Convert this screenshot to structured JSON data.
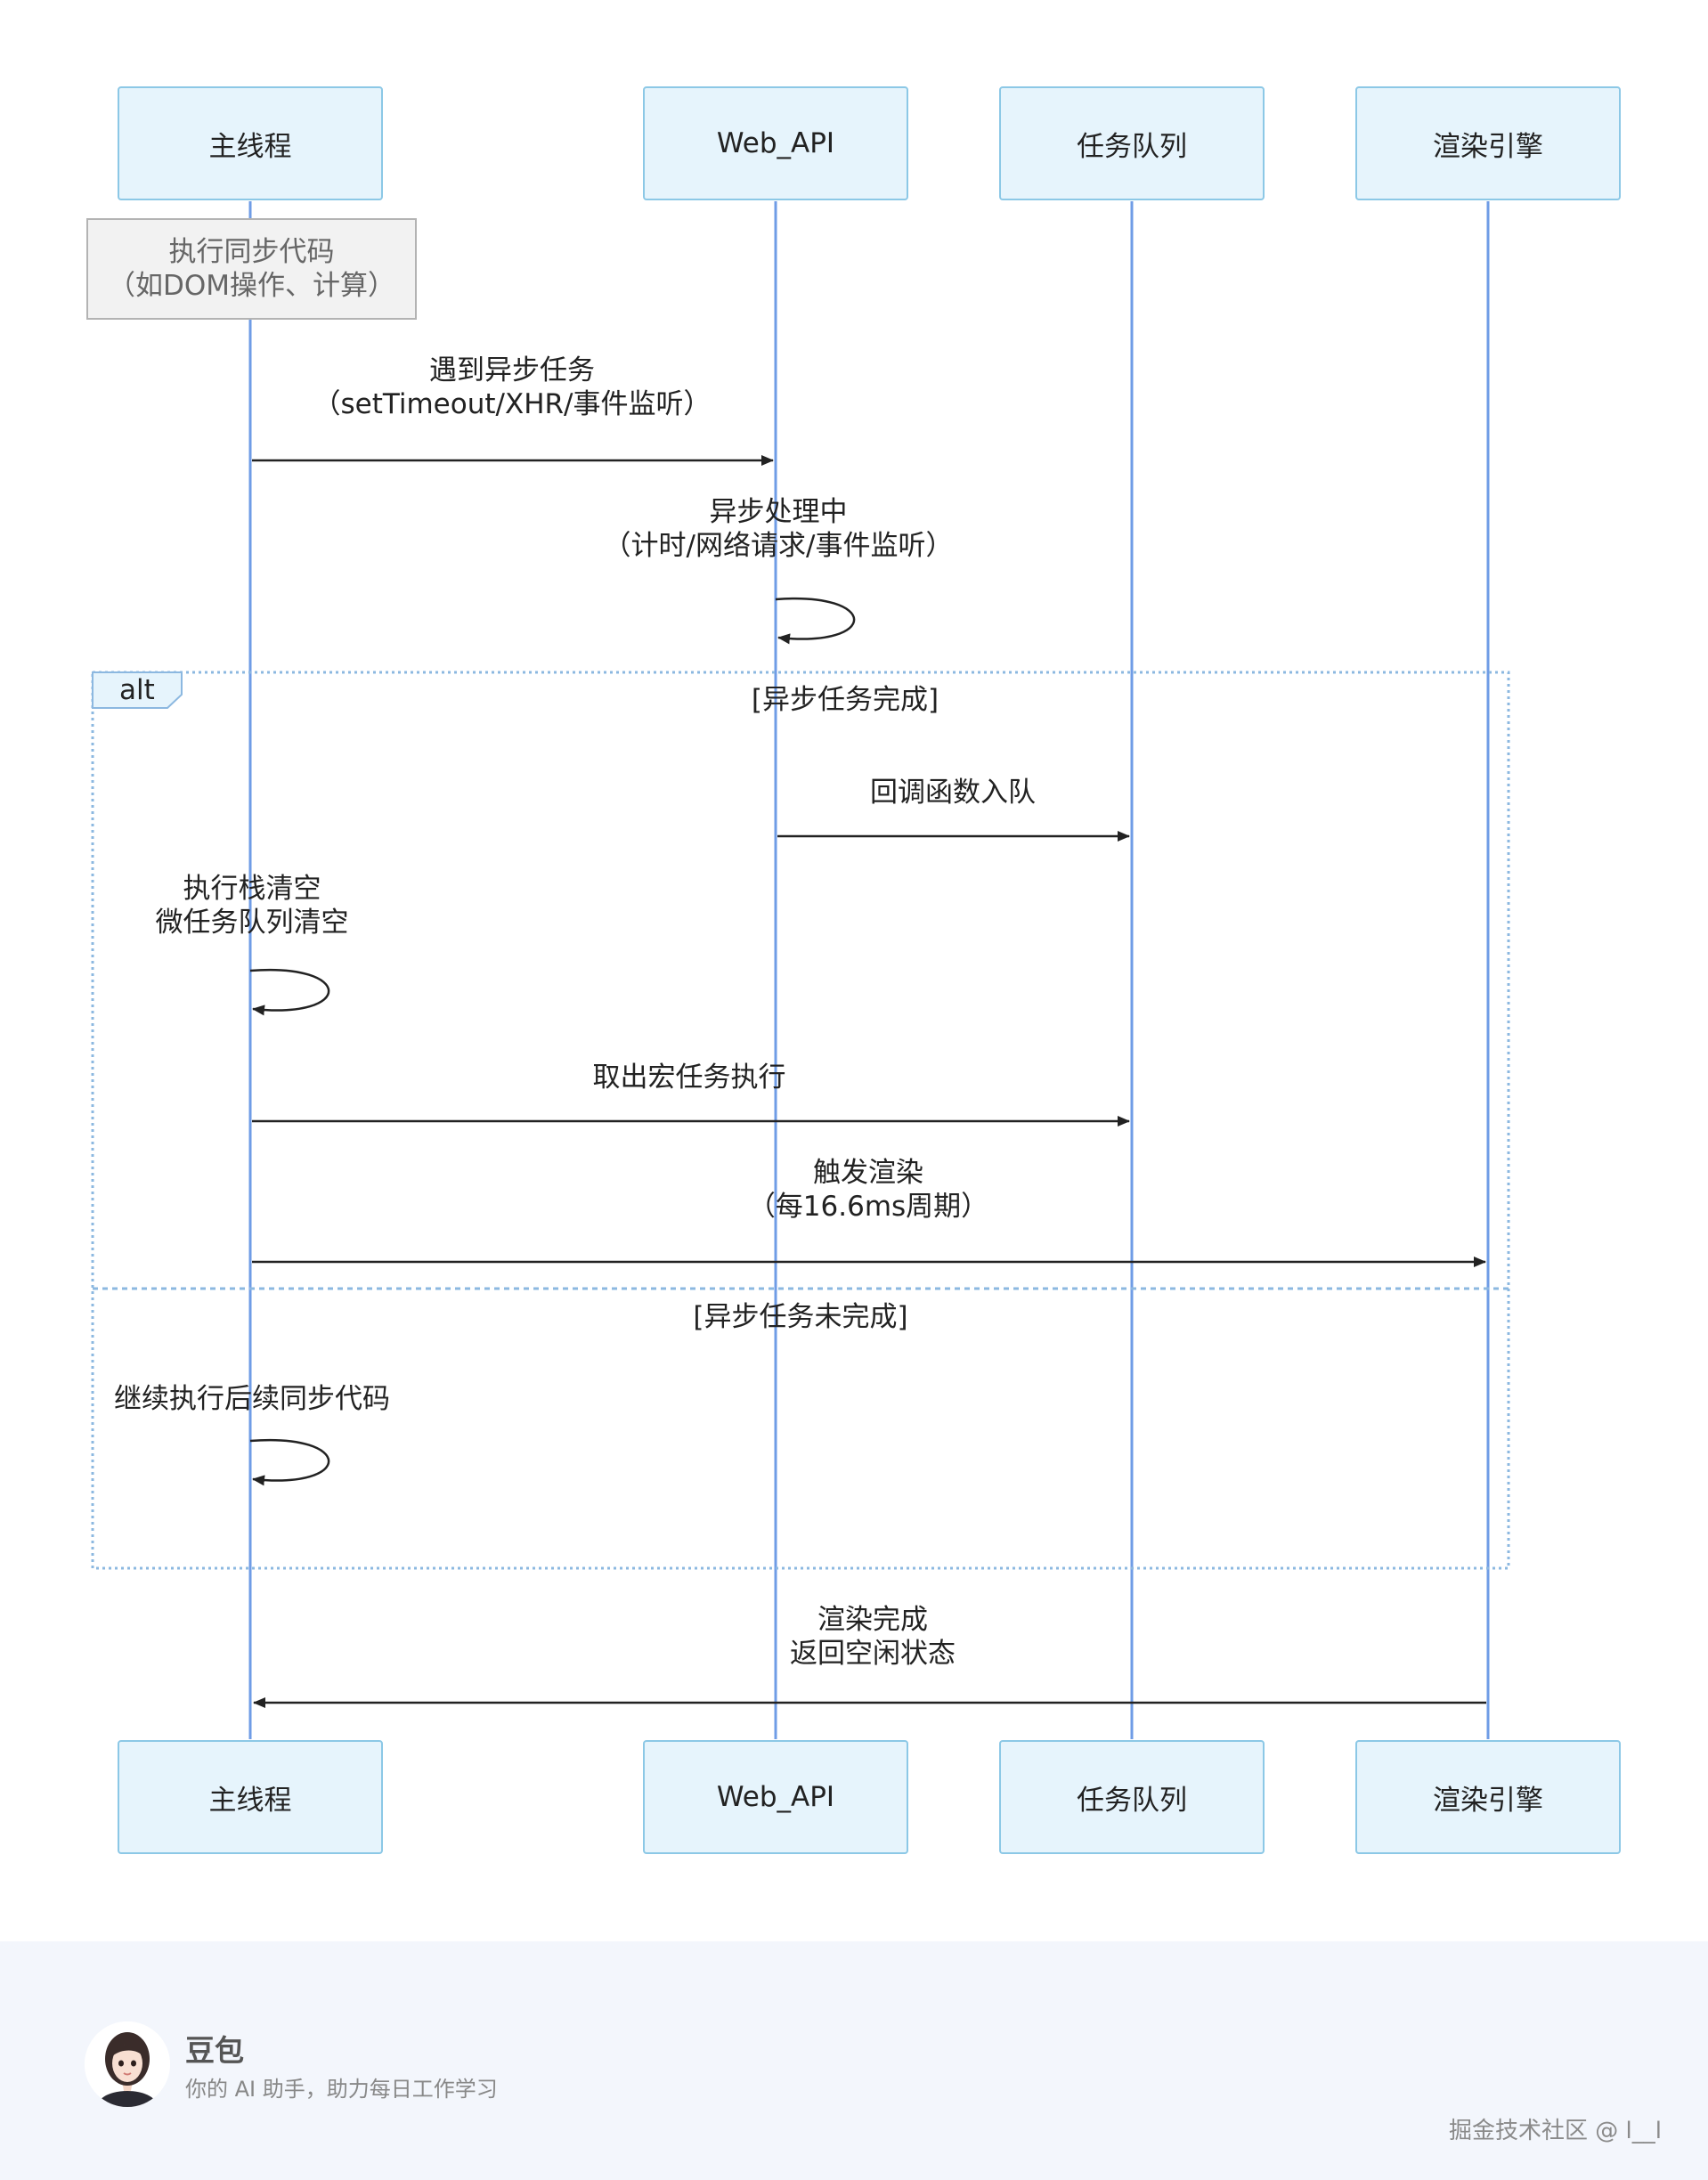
{
  "participants": [
    "主线程",
    "Web_API",
    "任务队列",
    "渲染引擎"
  ],
  "note": {
    "lines": [
      "执行同步代码",
      "（如DOM操作、计算）"
    ]
  },
  "messages": {
    "m1": [
      "遇到异步任务",
      "（setTimeout/XHR/事件监听）"
    ],
    "m2": [
      "异步处理中",
      "（计时/网络请求/事件监听）"
    ],
    "m3": [
      "回调函数入队"
    ],
    "m4": [
      "执行栈清空",
      "微任务队列清空"
    ],
    "m5": [
      "取出宏任务执行"
    ],
    "m6": [
      "触发渲染",
      "（每16.6ms周期）"
    ],
    "m7": [
      "继续执行后续同步代码"
    ],
    "m8": [
      "渲染完成",
      "返回空闲状态"
    ]
  },
  "alt": {
    "label": "alt",
    "cond1": "[异步任务完成]",
    "cond2": "[异步任务未完成]"
  },
  "footer": {
    "brand": "豆包",
    "tagline": "你的 AI 助手，助力每日工作学习",
    "watermark": "掘金技术社区 @ l__l"
  },
  "colors": {
    "lifeline": "#6f9ce6",
    "actor_fill": "#e6f4fc",
    "actor_border": "#8cc8e6",
    "alt_border": "#8cb8e0",
    "arrow": "#222222",
    "footer_bg": "#f3f6fc"
  }
}
